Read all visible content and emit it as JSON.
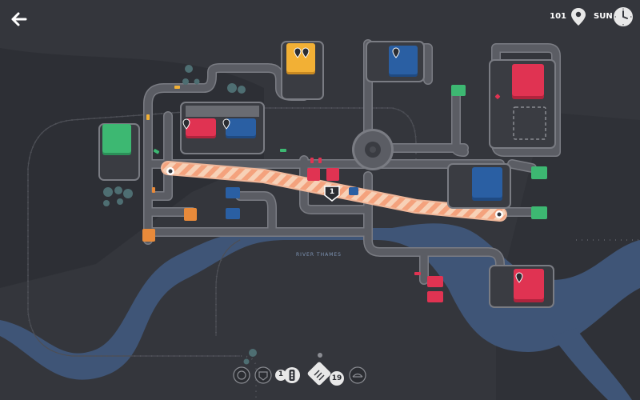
{
  "hud": {
    "back_icon": "arrow-left-icon",
    "score": "101",
    "score_icon": "map-pin-icon",
    "day": "SUN",
    "clock_icon": "clock-icon"
  },
  "map": {
    "river_name": "RIVER THAMES",
    "bridge_label": "1"
  },
  "toolbar": {
    "roundabout_icon": "roundabout-icon",
    "motorway_icon": "motorway-icon",
    "traffic_light_count": "1",
    "traffic_light_icon": "traffic-light-icon",
    "road_tiles_count": "19",
    "road_tiles_icon": "road-tiles-icon",
    "bridge_icon": "bridge-icon"
  },
  "colors": {
    "background": "#34363c",
    "land_shadow": "#2d2f35",
    "river": "#3f5577",
    "road": "#5b5d64",
    "road_edge": "#7a7c83",
    "railway": "#55575e",
    "red": "#e03352",
    "blue": "#2a5fa3",
    "green": "#3db872",
    "yellow": "#f2b035",
    "orange": "#e88a3a",
    "bridge_stripe": "#f4a27d"
  }
}
